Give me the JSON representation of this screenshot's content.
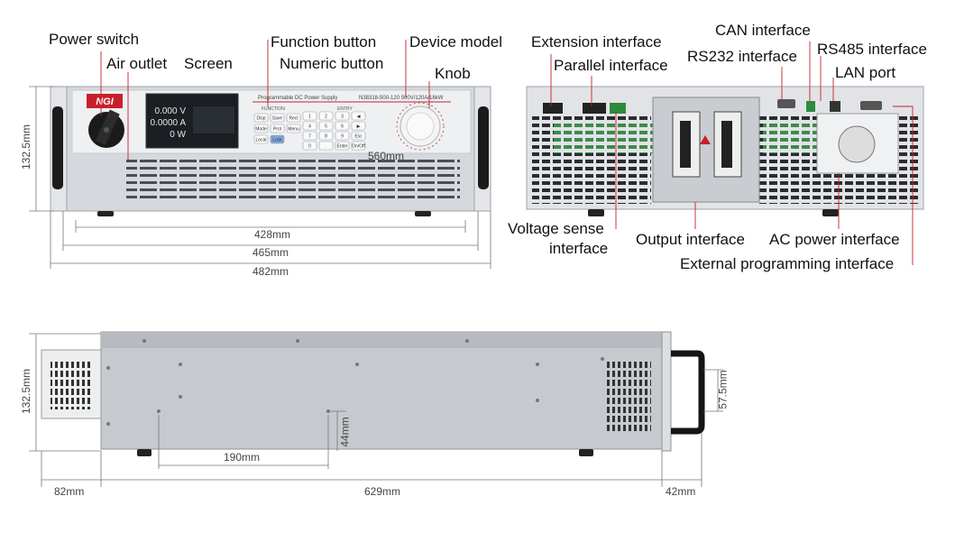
{
  "front": {
    "labels": {
      "power_switch": "Power switch",
      "air_outlet": "Air outlet",
      "screen": "Screen",
      "function_button": "Function button",
      "numeric_button": "Numeric button",
      "device_model": "Device model",
      "knob": "Knob"
    },
    "panel": {
      "brand": "NGI",
      "title": "Programmable DC Power Supply",
      "model": "N38318-500-120  500V/120A/18kW",
      "function_caption": "FUNCTION",
      "entry_caption": "ENTRY",
      "readings": [
        "0.000 V",
        "0.0000 A",
        "0 W"
      ],
      "function_keys": [
        "Disp",
        "Save",
        "Recl",
        "Mode",
        "Prot",
        "Menu",
        "Local",
        "Lock"
      ],
      "numeric_keys": [
        "1",
        "2",
        "3",
        "◀",
        "4",
        "5",
        "6",
        "▶",
        "7",
        "8",
        "9",
        "Esc",
        "0",
        ".",
        "Enter",
        "On/Off"
      ]
    },
    "dims": {
      "depth_note": "560mm",
      "width_inner": "428mm",
      "width_body": "465mm",
      "width_total": "482mm",
      "height": "132.5mm"
    }
  },
  "rear": {
    "labels": {
      "extension": "Extension interface",
      "parallel": "Parallel interface",
      "can": "CAN interface",
      "rs232": "RS232 interface",
      "rs485": "RS485 interface",
      "lan": "LAN port",
      "voltage_sense_1": "Voltage sense",
      "voltage_sense_2": "interface",
      "output": "Output interface",
      "ac_power": "AC power interface",
      "ext_prog": "External programming interface"
    }
  },
  "side": {
    "dims": {
      "height": "132.5mm",
      "handle": "57.5mm",
      "bottom_offset": "44mm",
      "foot_span": "190mm",
      "front_overhang": "82mm",
      "length": "629mm",
      "rear_overhang": "42mm"
    }
  },
  "colors": {
    "chassis": "#d9dcdf",
    "panel": "#eef0f2",
    "handle": "#1a1a1a",
    "rear_grid": "#3a8a4a",
    "accent_red": "#c8202a",
    "dim_line": "#666666",
    "leader": "#c8202a"
  }
}
